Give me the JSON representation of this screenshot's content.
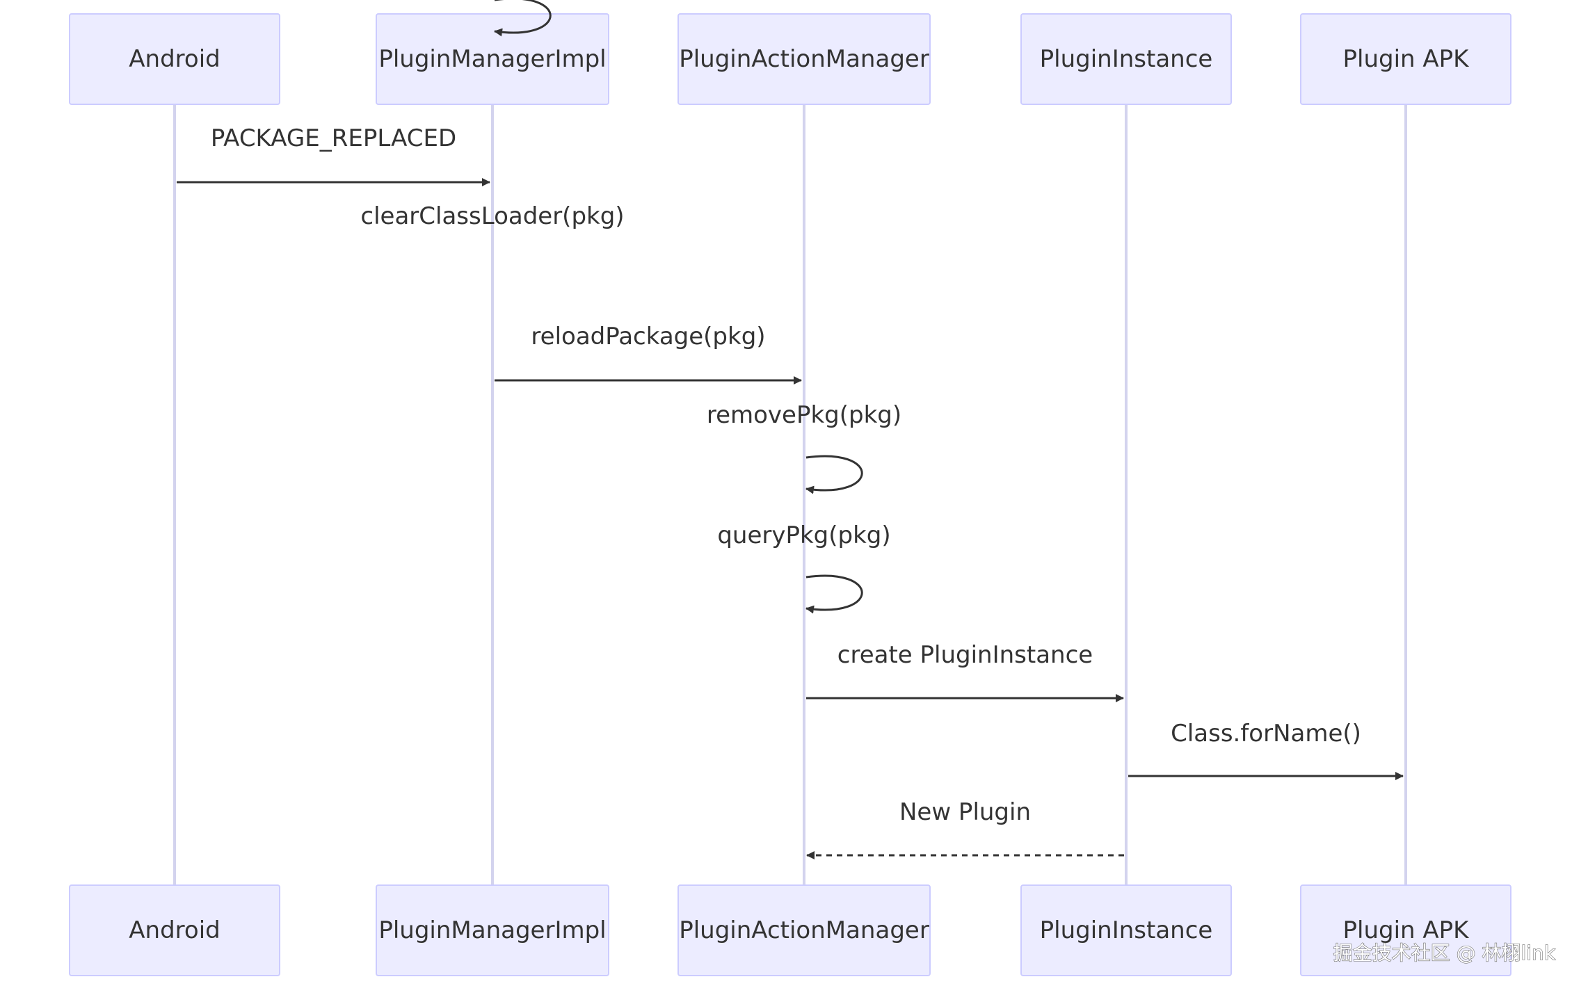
{
  "participants": [
    {
      "label": "Android"
    },
    {
      "label": "PluginManagerImpl"
    },
    {
      "label": "PluginActionManager"
    },
    {
      "label": "PluginInstance"
    },
    {
      "label": "Plugin APK"
    }
  ],
  "messages": [
    {
      "from": 0,
      "to": 0,
      "label": "PACKAGE_REPLACED",
      "kind": "solid",
      "target": 1
    },
    {
      "from": 1,
      "to": 1,
      "label": "clearClassLoader(pkg)",
      "kind": "self"
    },
    {
      "from": 1,
      "to": 2,
      "label": "reloadPackage(pkg)",
      "kind": "solid"
    },
    {
      "from": 2,
      "to": 2,
      "label": "removePkg(pkg)",
      "kind": "self"
    },
    {
      "from": 2,
      "to": 2,
      "label": "queryPkg(pkg)",
      "kind": "self"
    },
    {
      "from": 2,
      "to": 3,
      "label": "create PluginInstance",
      "kind": "solid"
    },
    {
      "from": 3,
      "to": 4,
      "label": "Class.forName()",
      "kind": "solid"
    },
    {
      "from": 3,
      "to": 2,
      "label": "New Plugin",
      "kind": "dashed"
    }
  ],
  "watermark": "掘金技术社区 @ 林栩link",
  "colors": {
    "actor_fill": "#ECECFF",
    "actor_stroke": "#CCCCFF",
    "lifeline": "#D3D3EE",
    "line": "#333333",
    "text": "#333333"
  }
}
